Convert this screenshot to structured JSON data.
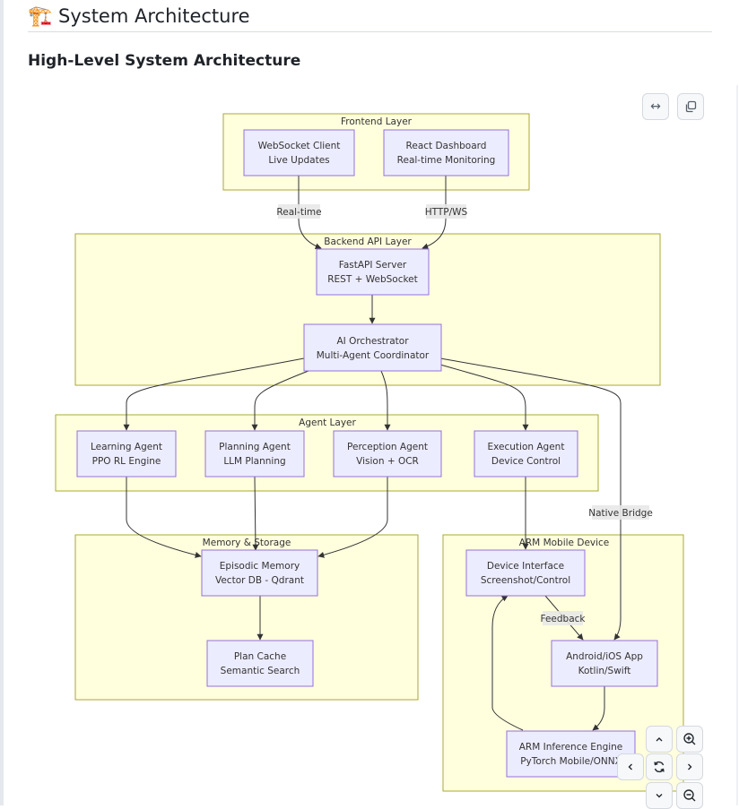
{
  "page": {
    "title_emoji": "🏗️",
    "title": "System Architecture",
    "section_title": "High-Level System Architecture"
  },
  "toolbar": {
    "fit_width_icon": "arrows-horizontal-icon",
    "copy_icon": "copy-icon"
  },
  "nav_controls": {
    "pan_up": "up-chevron-icon",
    "pan_down": "down-chevron-icon",
    "pan_left": "left-chevron-icon",
    "pan_right": "right-chevron-icon",
    "reset": "reset-icon",
    "zoom_in": "zoom-in-icon",
    "zoom_out": "zoom-out-icon"
  },
  "diagram": {
    "clusters": {
      "frontend": "Frontend Layer",
      "backend": "Backend API Layer",
      "agents": "Agent Layer",
      "memory": "Memory & Storage",
      "mobile": "ARM Mobile Device"
    },
    "nodes": {
      "ws_client": [
        "WebSocket Client",
        "Live Updates"
      ],
      "react_dash": [
        "React Dashboard",
        "Real-time Monitoring"
      ],
      "fastapi": [
        "FastAPI Server",
        "REST + WebSocket"
      ],
      "orchestrator": [
        "AI Orchestrator",
        "Multi-Agent Coordinator"
      ],
      "learning": [
        "Learning Agent",
        "PPO RL Engine"
      ],
      "planning": [
        "Planning Agent",
        "LLM Planning"
      ],
      "perception": [
        "Perception Agent",
        "Vision + OCR"
      ],
      "execution": [
        "Execution Agent",
        "Device Control"
      ],
      "episodic": [
        "Episodic Memory",
        "Vector DB - Qdrant"
      ],
      "plan_cache": [
        "Plan Cache",
        "Semantic Search"
      ],
      "device_iface": [
        "Device Interface",
        "Screenshot/Control"
      ],
      "app": [
        "Android/iOS App",
        "Kotlin/Swift"
      ],
      "inference": [
        "ARM Inference Engine",
        "PyTorch Mobile/ONNX"
      ]
    },
    "edge_labels": {
      "realtime": "Real-time",
      "http_ws": "HTTP/WS",
      "native_bridge": "Native Bridge",
      "feedback": "Feedback"
    },
    "colors": {
      "cluster_fill": "#ffffde",
      "cluster_stroke": "#aaaa33",
      "node_fill": "#ececff",
      "node_stroke": "#9370db"
    }
  }
}
